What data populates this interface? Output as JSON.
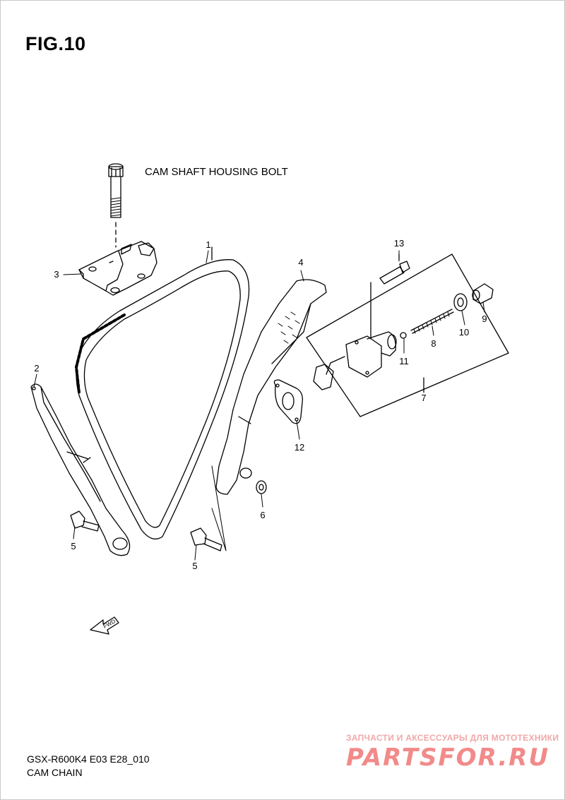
{
  "figure_title": "FIG.10",
  "callout_labels": {
    "cam_chain": "1",
    "chain_guide_tensioner_side": "2",
    "upper_chain_guide": "3",
    "chain_guide_front": "4",
    "guide_bolt_left": "5",
    "guide_bolt_right": "5",
    "washer_guide": "6",
    "tensioner_assy": "7",
    "spring": "8",
    "plug_bolt": "9",
    "gasket_plug": "10",
    "ball": "11",
    "tensioner_gasket": "12",
    "tensioner_bolt": "13"
  },
  "cam_shaft_housing_bolt_label": "CAM SHAFT HOUSING BOLT",
  "fwd_arrow_text": "FWD",
  "model_code": "GSX-R600K4 E03 E28_010",
  "diagram_title": "CAM CHAIN",
  "watermark_tagline": "ЗАПЧАСТИ И АКСЕССУАРЫ ДЛЯ МОТОТЕХНИКИ",
  "watermark_brand": "PARTSFOR.RU",
  "colors": {
    "line": "#000000",
    "watermark": "#f28a8a"
  }
}
